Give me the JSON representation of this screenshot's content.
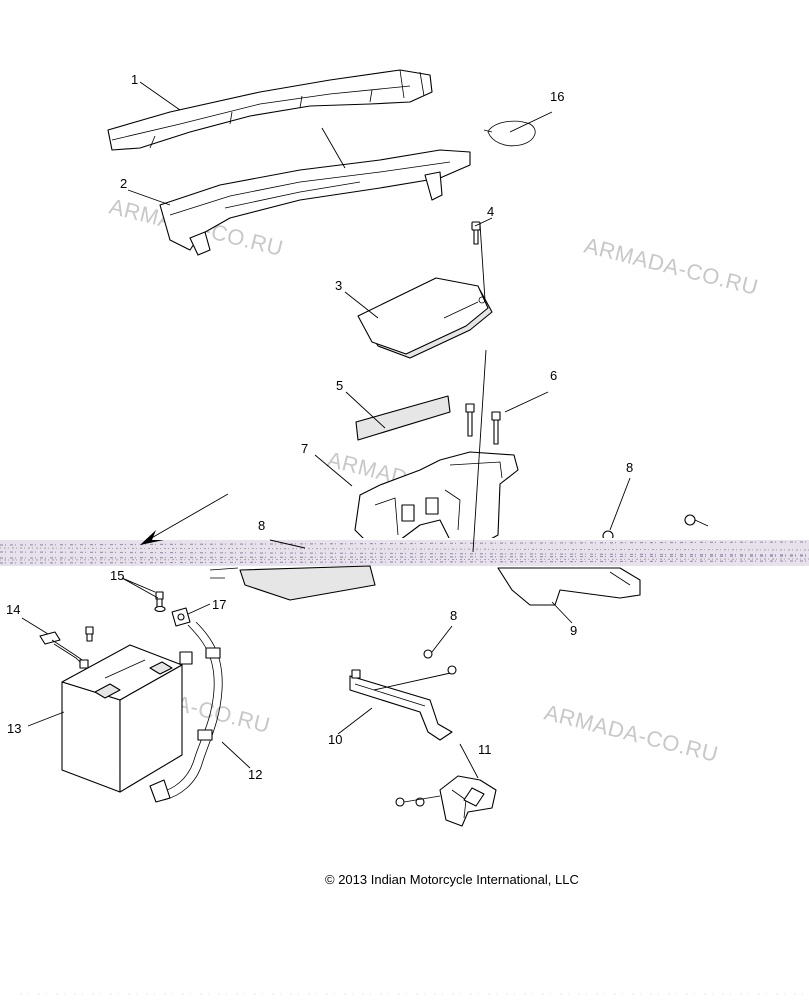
{
  "diagram": {
    "callouts": [
      "1",
      "2",
      "3",
      "4",
      "5",
      "6",
      "7",
      "8",
      "8",
      "8",
      "9",
      "10",
      "11",
      "12",
      "13",
      "14",
      "15",
      "16",
      "17"
    ],
    "watermark": "ARMADA-CO.RU",
    "copyright": "© 2013 Indian Motorcycle International, LLC"
  },
  "colors": {
    "line": "#000000",
    "watermark": "#c8c8c8",
    "noise_band": "#b9a9c9",
    "background": "#ffffff"
  }
}
